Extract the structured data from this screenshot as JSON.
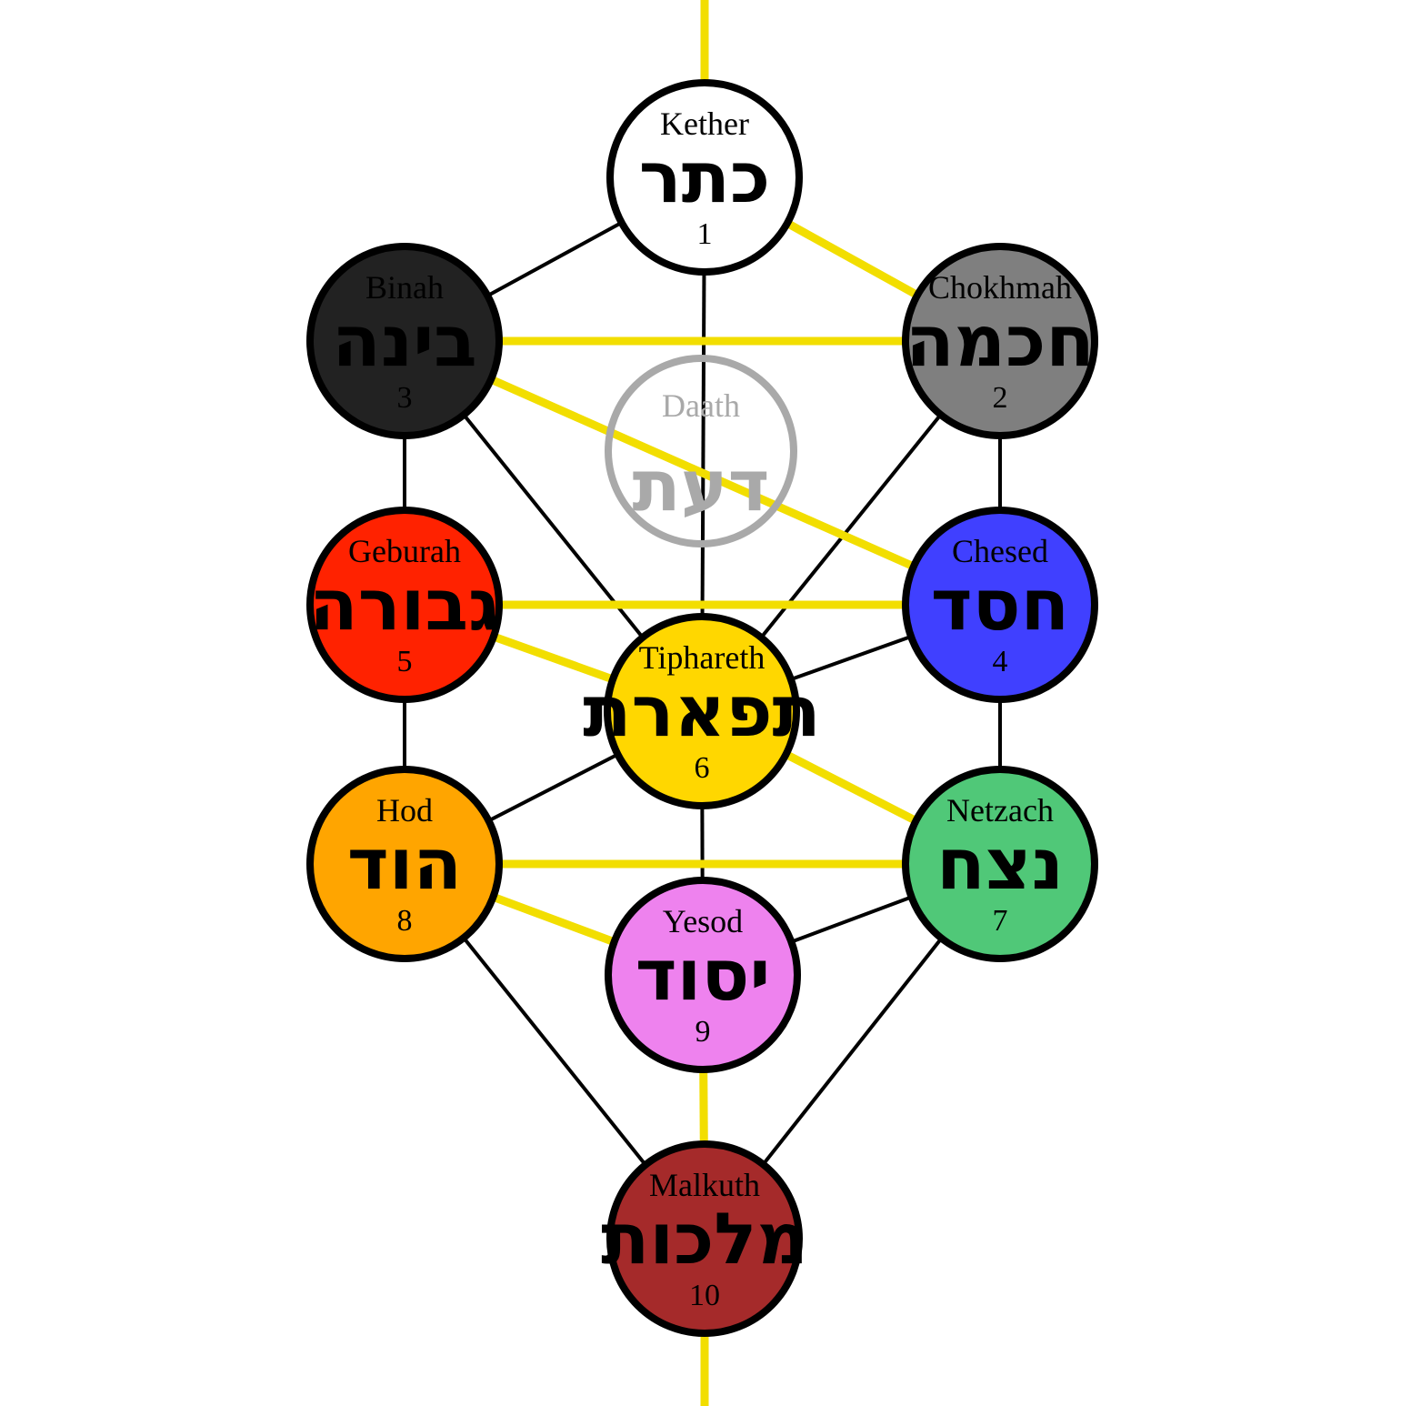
{
  "colors": {
    "background": "#ffffff",
    "connector": "#000000",
    "highlight_path": "#f2de00",
    "node_outline": "#000000",
    "daath_outline": "#a9a9a9"
  },
  "sephirot": [
    {
      "id": "kether",
      "name": "Kether",
      "hebrew": "כתר",
      "number": "1",
      "fill": "#ffffff",
      "text_color": "#000000"
    },
    {
      "id": "chokhmah",
      "name": "Chokhmah",
      "hebrew": "חכמה",
      "number": "2",
      "fill": "#7f7f7f",
      "text_color": "#000000"
    },
    {
      "id": "binah",
      "name": "Binah",
      "hebrew": "בינה",
      "number": "3",
      "fill": "#222222",
      "text_color": "#000000"
    },
    {
      "id": "chesed",
      "name": "Chesed",
      "hebrew": "חסד",
      "number": "4",
      "fill": "#4040ff",
      "text_color": "#000000"
    },
    {
      "id": "geburah",
      "name": "Geburah",
      "hebrew": "גבורה",
      "number": "5",
      "fill": "#ff2200",
      "text_color": "#000000"
    },
    {
      "id": "tiphareth",
      "name": "Tiphareth",
      "hebrew": "תפארת",
      "number": "6",
      "fill": "#ffd700",
      "text_color": "#000000"
    },
    {
      "id": "netzach",
      "name": "Netzach",
      "hebrew": "נצח",
      "number": "7",
      "fill": "#50c878",
      "text_color": "#000000"
    },
    {
      "id": "hod",
      "name": "Hod",
      "hebrew": "הוד",
      "number": "8",
      "fill": "#ffa500",
      "text_color": "#000000"
    },
    {
      "id": "yesod",
      "name": "Yesod",
      "hebrew": "יסוד",
      "number": "9",
      "fill": "#ee82ee",
      "text_color": "#000000"
    },
    {
      "id": "malkuth",
      "name": "Malkuth",
      "hebrew": "מלכות",
      "number": "10",
      "fill": "#a52a2a",
      "text_color": "#000000"
    }
  ],
  "daath": {
    "id": "daath",
    "name": "Daath",
    "hebrew": "דעת",
    "fill": "none",
    "text_color": "#a9a9a9"
  },
  "paths": [
    [
      "kether",
      "chokhmah"
    ],
    [
      "kether",
      "binah"
    ],
    [
      "kether",
      "tiphareth"
    ],
    [
      "chokhmah",
      "binah"
    ],
    [
      "chokhmah",
      "chesed"
    ],
    [
      "chokhmah",
      "tiphareth"
    ],
    [
      "binah",
      "geburah"
    ],
    [
      "binah",
      "tiphareth"
    ],
    [
      "chesed",
      "geburah"
    ],
    [
      "chesed",
      "tiphareth"
    ],
    [
      "chesed",
      "netzach"
    ],
    [
      "geburah",
      "tiphareth"
    ],
    [
      "geburah",
      "hod"
    ],
    [
      "tiphareth",
      "netzach"
    ],
    [
      "tiphareth",
      "hod"
    ],
    [
      "tiphareth",
      "yesod"
    ],
    [
      "netzach",
      "hod"
    ],
    [
      "netzach",
      "yesod"
    ],
    [
      "netzach",
      "malkuth"
    ],
    [
      "hod",
      "yesod"
    ],
    [
      "hod",
      "malkuth"
    ],
    [
      "yesod",
      "malkuth"
    ]
  ],
  "highlight_path": [
    "top",
    "kether",
    "chokhmah",
    "binah",
    "chesed",
    "geburah",
    "tiphareth",
    "netzach",
    "hod",
    "yesod",
    "malkuth",
    "bottom"
  ]
}
